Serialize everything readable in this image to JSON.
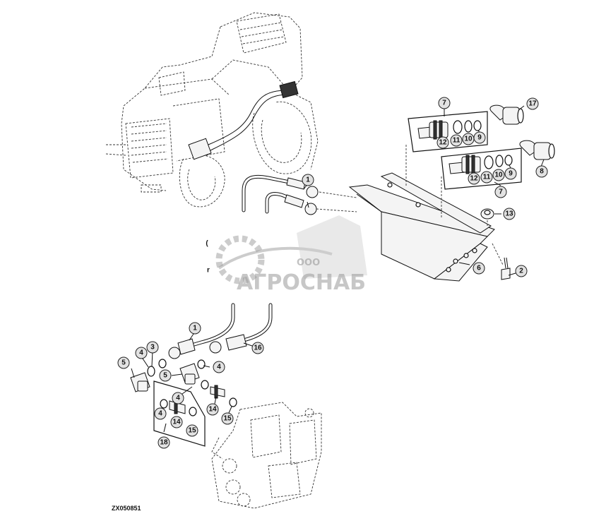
{
  "figure_id": "ZX050851",
  "watermark": {
    "company_prefix": "ООО",
    "company_name": "АГРОСНАБ"
  },
  "callouts": [
    "1",
    "1",
    "2",
    "3",
    "4",
    "4",
    "4",
    "4",
    "5",
    "5",
    "6",
    "7",
    "7",
    "8",
    "9",
    "9",
    "10",
    "10",
    "11",
    "11",
    "12",
    "12",
    "13",
    "14",
    "14",
    "15",
    "15",
    "16",
    "17",
    "18"
  ],
  "colors": {
    "line": "#111111",
    "callout_fill": "#e2e2e2",
    "watermark": "#9a9a9a"
  }
}
